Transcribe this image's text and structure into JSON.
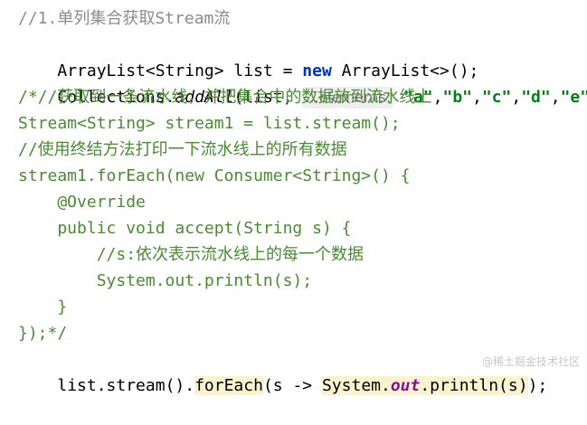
{
  "code": {
    "line1": "//1.单列集合获取Stream流",
    "line2": {
      "a": "ArrayList<String> list = ",
      "kw": "new",
      "b": " ArrayList<>();"
    },
    "line3": {
      "a": "Collections.",
      "method": "addAll",
      "b": "(list,",
      "hint": "...elements:",
      "s1": "\"a\"",
      "s2": "\"b\"",
      "s3": "\"c\"",
      "s4": "\"d\"",
      "s5": "\"e\"",
      "end": ");"
    },
    "line4": "/*//获取到一条流水线，并把集合中的数据放到流水线上",
    "line5": "Stream<String> stream1 = list.stream();",
    "line6": "//使用终结方法打印一下流水线上的所有数据",
    "line7": "stream1.forEach(new Consumer<String>() {",
    "line8": "    @Override",
    "line9": "    public void accept(String s) {",
    "line10": "        //s:依次表示流水线上的每一个数据",
    "line11": "        System.out.println(s);",
    "line12": "    }",
    "line13": "});*/",
    "line14": {
      "a": "list.stream().",
      "method": "forEach",
      "b": "(s -> ",
      "sys": "System.",
      "out": "out",
      "c": ".println(s)",
      "end": ");"
    }
  },
  "watermark": "@稀土掘金技术社区"
}
